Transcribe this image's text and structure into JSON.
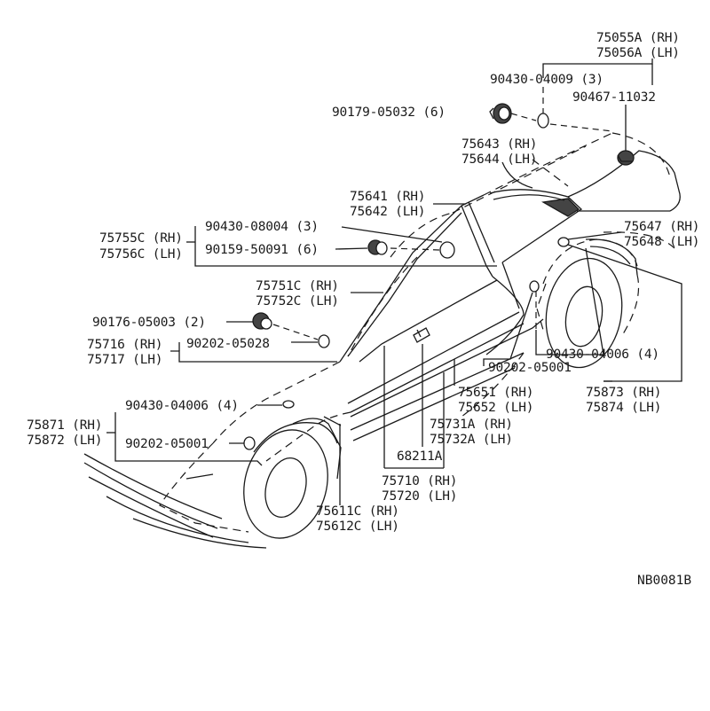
{
  "diagram_code": "NB0081B",
  "labels": {
    "p75055A": "75055A (RH)",
    "p75056A": "75056A (LH)",
    "p90430_04009": "90430-04009 (3)",
    "p90467": "90467-11032",
    "p90179": "90179-05032 (6)",
    "p75643": "75643 (RH)",
    "p75644": "75644 (LH)",
    "p75641": "75641 (RH)",
    "p75642": "75642 (LH)",
    "p75647": "75647 (RH)",
    "p75648": "75648 (LH)",
    "p90430_08004": "90430-08004 (3)",
    "p90159": "90159-50091 (6)",
    "p75755C": "75755C (RH)",
    "p75756C": "75756C (LH)",
    "p75751C": "75751C (RH)",
    "p75752C": "75752C (LH)",
    "p90176": "90176-05003 (2)",
    "p75716": "75716 (RH)",
    "p75717": "75717 (LH)",
    "p90202_05028": "90202-05028",
    "p90202_05001_r": "90202-05001",
    "p90430_04006_r": "90430-04006 (4)",
    "p75651": "75651 (RH)",
    "p75652": "75652 (LH)",
    "p75873": "75873 (RH)",
    "p75874": "75874 (LH)",
    "p90430_04006_l": "90430-04006 (4)",
    "p75731A": "75731A (RH)",
    "p75732A": "75732A (LH)",
    "p75871": "75871 (RH)",
    "p75872": "75872 (LH)",
    "p90202_05001_l": "90202-05001",
    "p68211A": "68211A",
    "p75710": "75710 (RH)",
    "p75720": "75720 (LH)",
    "p75611C": "75611C (RH)",
    "p75612C": "75612C (LH)"
  }
}
